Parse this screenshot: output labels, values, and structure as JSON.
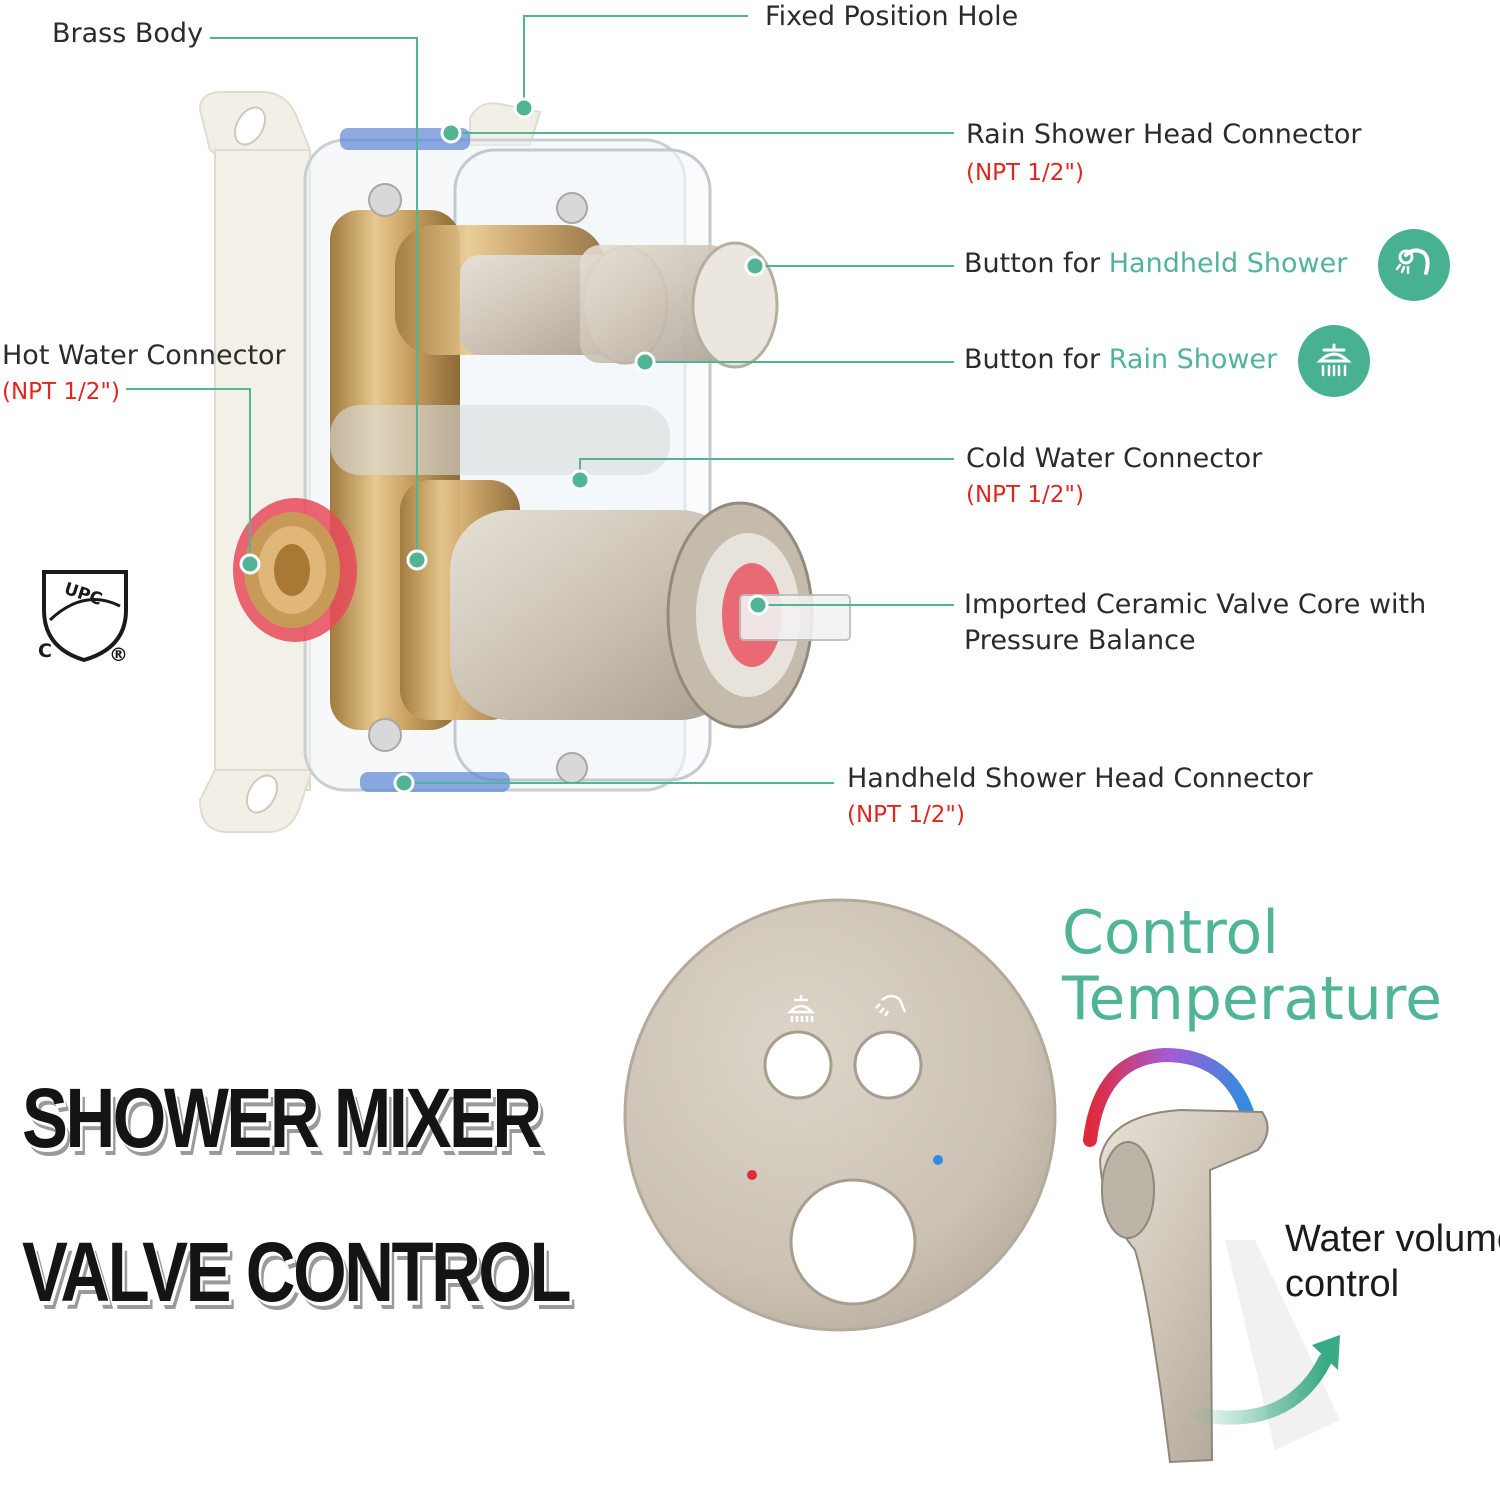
{
  "labels": {
    "brass_body": "Brass Body",
    "fixed_hole": "Fixed Position Hole",
    "rain_connector": "Rain Shower Head Connector",
    "rain_connector_npt": "(NPT 1/2\")",
    "button_handheld_prefix": "Button for ",
    "button_handheld_accent": "Handheld Shower",
    "button_rain_prefix": "Button for ",
    "button_rain_accent": "Rain Shower",
    "hot_connector": "Hot Water Connector",
    "hot_connector_npt": "(NPT 1/2\")",
    "cold_connector": "Cold Water Connector",
    "cold_connector_npt": "(NPT 1/2\")",
    "valve_core_line1": "Imported Ceramic Valve Core with",
    "valve_core_line2": "Pressure Balance",
    "handheld_connector": "Handheld Shower Head Connector",
    "handheld_connector_npt": "(NPT 1/2\")"
  },
  "certification": {
    "mark": "UPC",
    "prefix": "C",
    "registered": "®"
  },
  "headline": {
    "line1": "SHOWER MIXER",
    "line2": "VALVE CONTROL"
  },
  "control": {
    "title_line1": "Control",
    "title_line2": "Temperature",
    "water_line1": "Water volume",
    "water_line2": "control"
  },
  "icons": {
    "handheld": "handheld-shower-icon",
    "rain": "rain-shower-icon"
  },
  "colors": {
    "accent_green": "#4fb596",
    "npt_red": "#e0261f",
    "leader_line": "#4fb596",
    "brushed_nickel": "#c9c0b3",
    "hot": "#e02a3a",
    "cold": "#2f8de0"
  }
}
